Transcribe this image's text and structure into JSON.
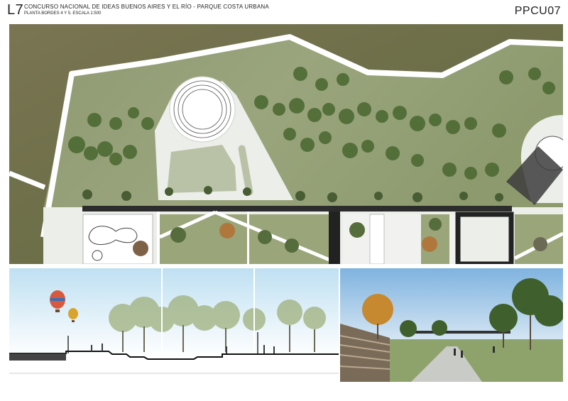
{
  "header": {
    "code": "L7",
    "title": "CONCURSO NACIONAL DE IDEAS BUENOS AIRES Y EL RÍO - PARQUE COSTA URBANA",
    "subtitle": "PLANTA BORDES 4 Y 5. ESCALA 1:500",
    "entry_id": "PPCU07"
  },
  "panels": {
    "plan": "site-plan",
    "section": "park-section",
    "render": "perspective-view"
  },
  "colors": {
    "water": "#6b6a45",
    "grass": "#8e9a6d",
    "paving": "#e9ece8",
    "trees": "#4f6a35",
    "sky": "#cfe4f5"
  }
}
